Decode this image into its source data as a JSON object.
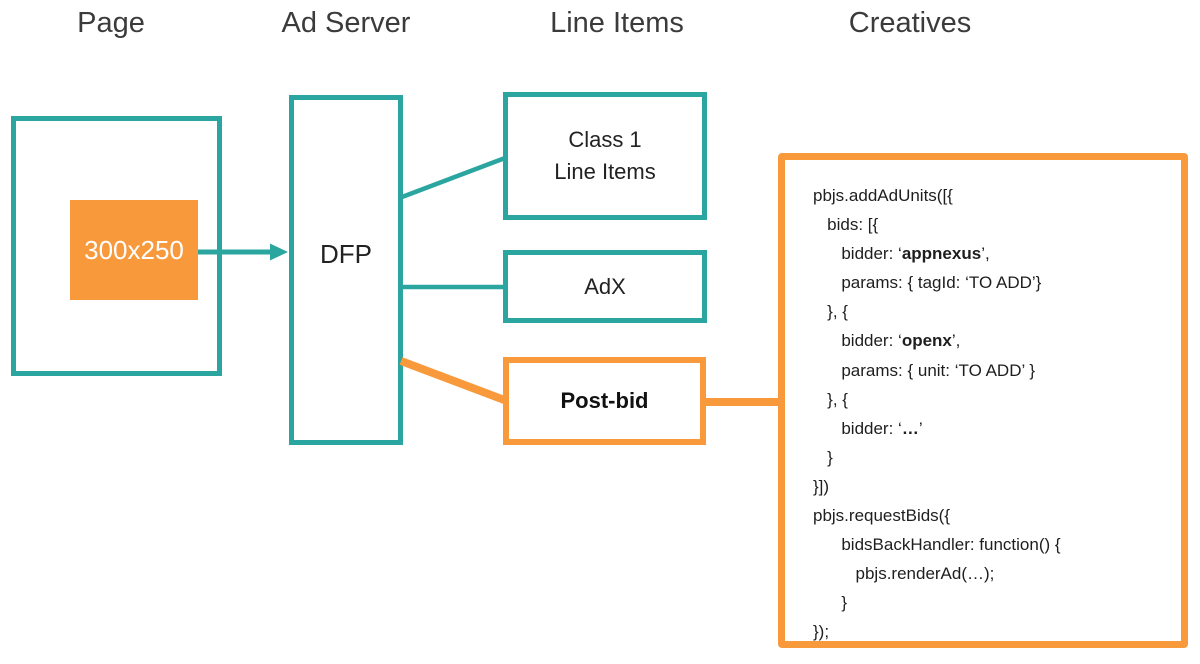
{
  "colors": {
    "teal": "#2BA5A0",
    "orange": "#F8993C"
  },
  "headers": {
    "page": "Page",
    "ad_server": "Ad Server",
    "line_items": "Line Items",
    "creatives": "Creatives"
  },
  "page": {
    "ad_slot": "300x250"
  },
  "ad_server": {
    "dfp": "DFP"
  },
  "line_items": {
    "class1_line1": "Class 1",
    "class1_line2": "Line Items",
    "adx": "AdX",
    "postbid": "Post-bid"
  },
  "creatives": {
    "code_lines": [
      [
        {
          "t": "pbjs.addAdUnits([{"
        }
      ],
      [
        {
          "t": "   bids: [{"
        }
      ],
      [
        {
          "t": "      bidder: ‘"
        },
        {
          "t": "appnexus",
          "b": true
        },
        {
          "t": "’,"
        }
      ],
      [
        {
          "t": "      params: { tagId: ‘TO ADD’}"
        }
      ],
      [
        {
          "t": "   }, {"
        }
      ],
      [
        {
          "t": "      bidder: ‘"
        },
        {
          "t": "openx",
          "b": true
        },
        {
          "t": "’,"
        }
      ],
      [
        {
          "t": "      params: { unit: ‘TO ADD’ }"
        }
      ],
      [
        {
          "t": "   }, {"
        }
      ],
      [
        {
          "t": "      bidder: ‘"
        },
        {
          "t": "…",
          "b": true
        },
        {
          "t": "’"
        }
      ],
      [
        {
          "t": "   }"
        }
      ],
      [
        {
          "t": "}])"
        }
      ],
      [
        {
          "t": "pbjs.requestBids({"
        }
      ],
      [
        {
          "t": "      bidsBackHandler: function() {"
        }
      ],
      [
        {
          "t": "         pbjs.renderAd(…);"
        }
      ],
      [
        {
          "t": "      }"
        }
      ],
      [
        {
          "t": "});"
        }
      ]
    ]
  }
}
